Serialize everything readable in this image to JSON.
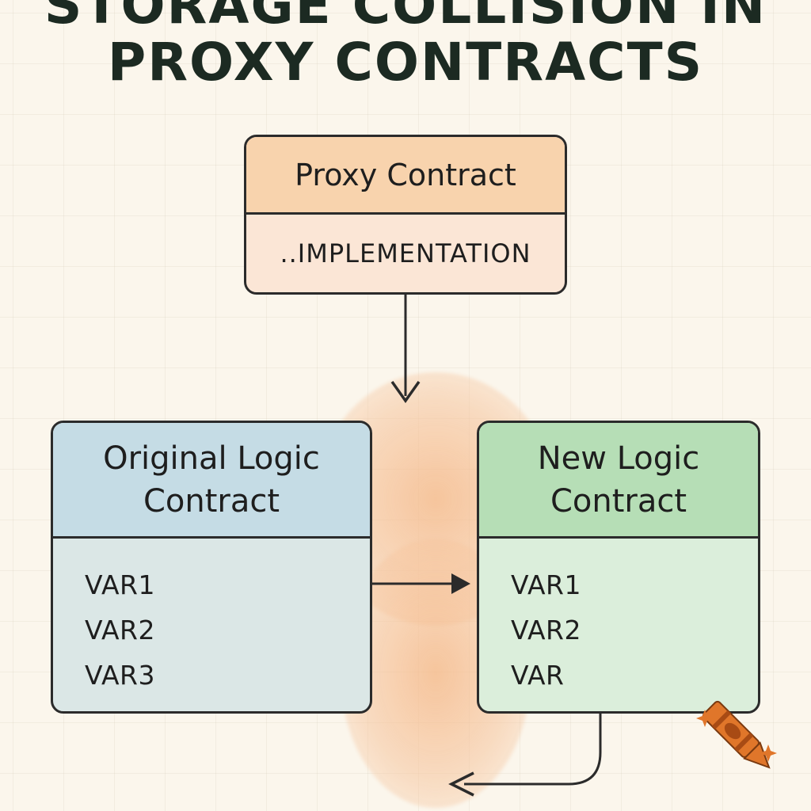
{
  "title": {
    "line1": "STORAGE COLLISION IN",
    "line2": "PROXY CONTRACTS"
  },
  "proxy_contract": {
    "header": "Proxy Contract",
    "slot": "..IMPLEMENTATION"
  },
  "original_logic_contract": {
    "header_line1": "Original Logic",
    "header_line2": "Contract",
    "variables": [
      "VAR1",
      "VAR2",
      "VAR3"
    ]
  },
  "new_logic_contract": {
    "header_line1": "New Logic",
    "header_line2": "Contract",
    "variables": [
      "VAR1",
      "VAR2",
      "VAR"
    ]
  },
  "colors": {
    "background": "#fbf6ec",
    "proxy_header": "#f8d3ad",
    "original_header": "#c5dce5",
    "new_header": "#b6deb6",
    "highlight_blob": "#f4b482",
    "crayon": "#e0762a"
  },
  "icons": [
    "crayon-icon",
    "sparkle-icon"
  ]
}
